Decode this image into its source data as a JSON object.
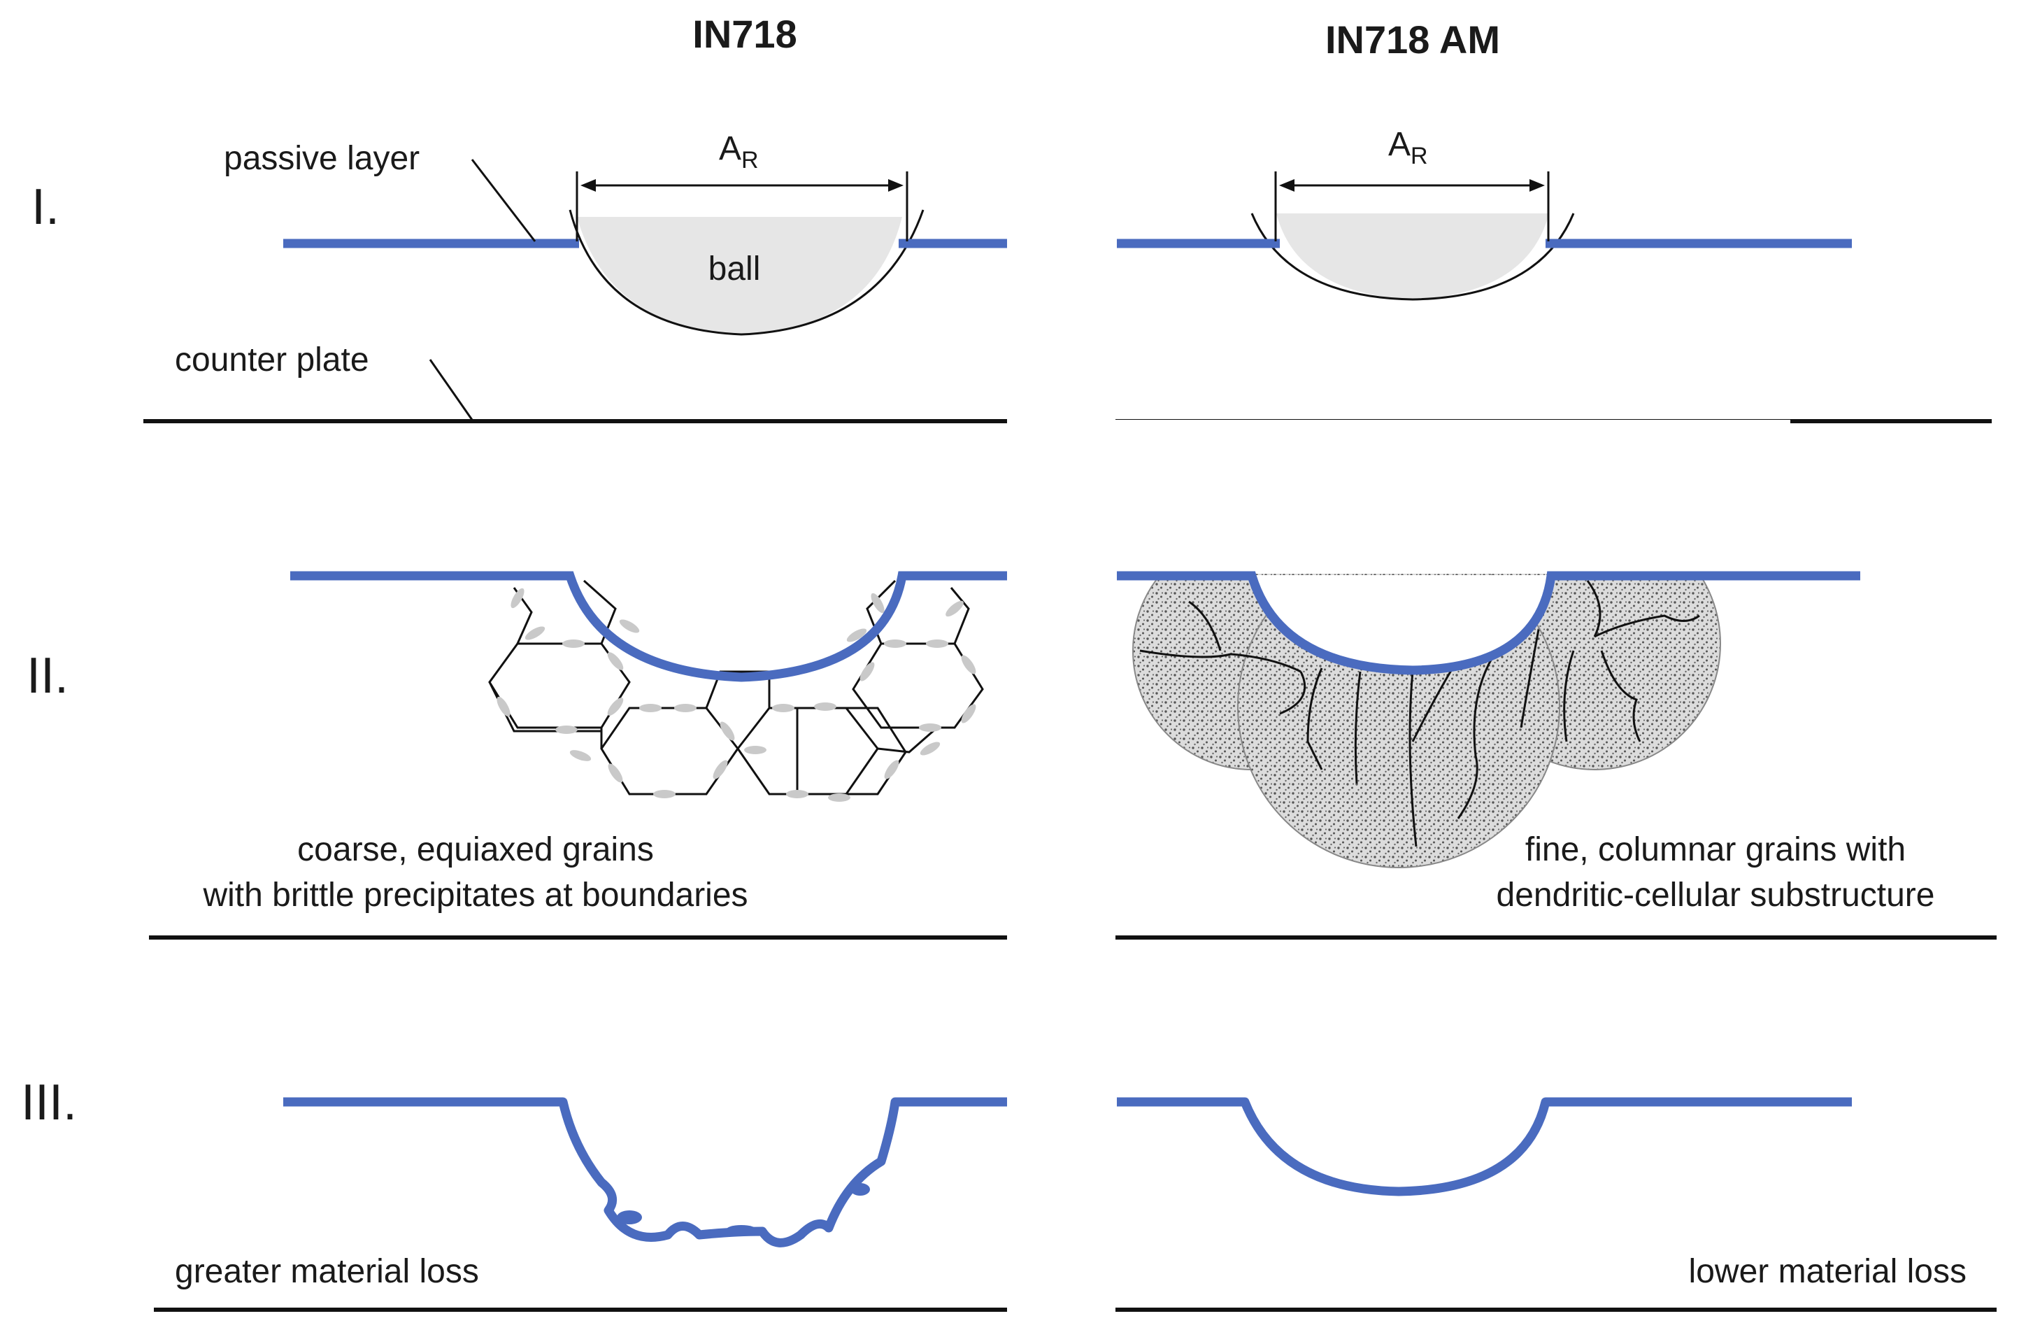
{
  "headers": {
    "left": "IN718",
    "right": "IN718 AM"
  },
  "rows": {
    "r1": "I.",
    "r2": "II.",
    "r3": "III."
  },
  "labels": {
    "passive_layer": "passive layer",
    "counter_plate": "counter plate",
    "ball": "ball",
    "contact_area": "A",
    "contact_area_sub": "R",
    "left_grains_1": "coarse, equiaxed grains",
    "left_grains_2": "with brittle precipitates at boundaries",
    "right_grains_1": "fine, columnar grains with",
    "right_grains_2": "dendritic-cellular substructure",
    "left_loss": "greater material loss",
    "right_loss": "lower material loss"
  },
  "colors": {
    "passive_layer": "#4a6bbf",
    "line": "#111111",
    "ball_fill": "#e6e6e6",
    "precipitate": "#c9c9c9",
    "grain_fill": "#d9d9d9"
  }
}
